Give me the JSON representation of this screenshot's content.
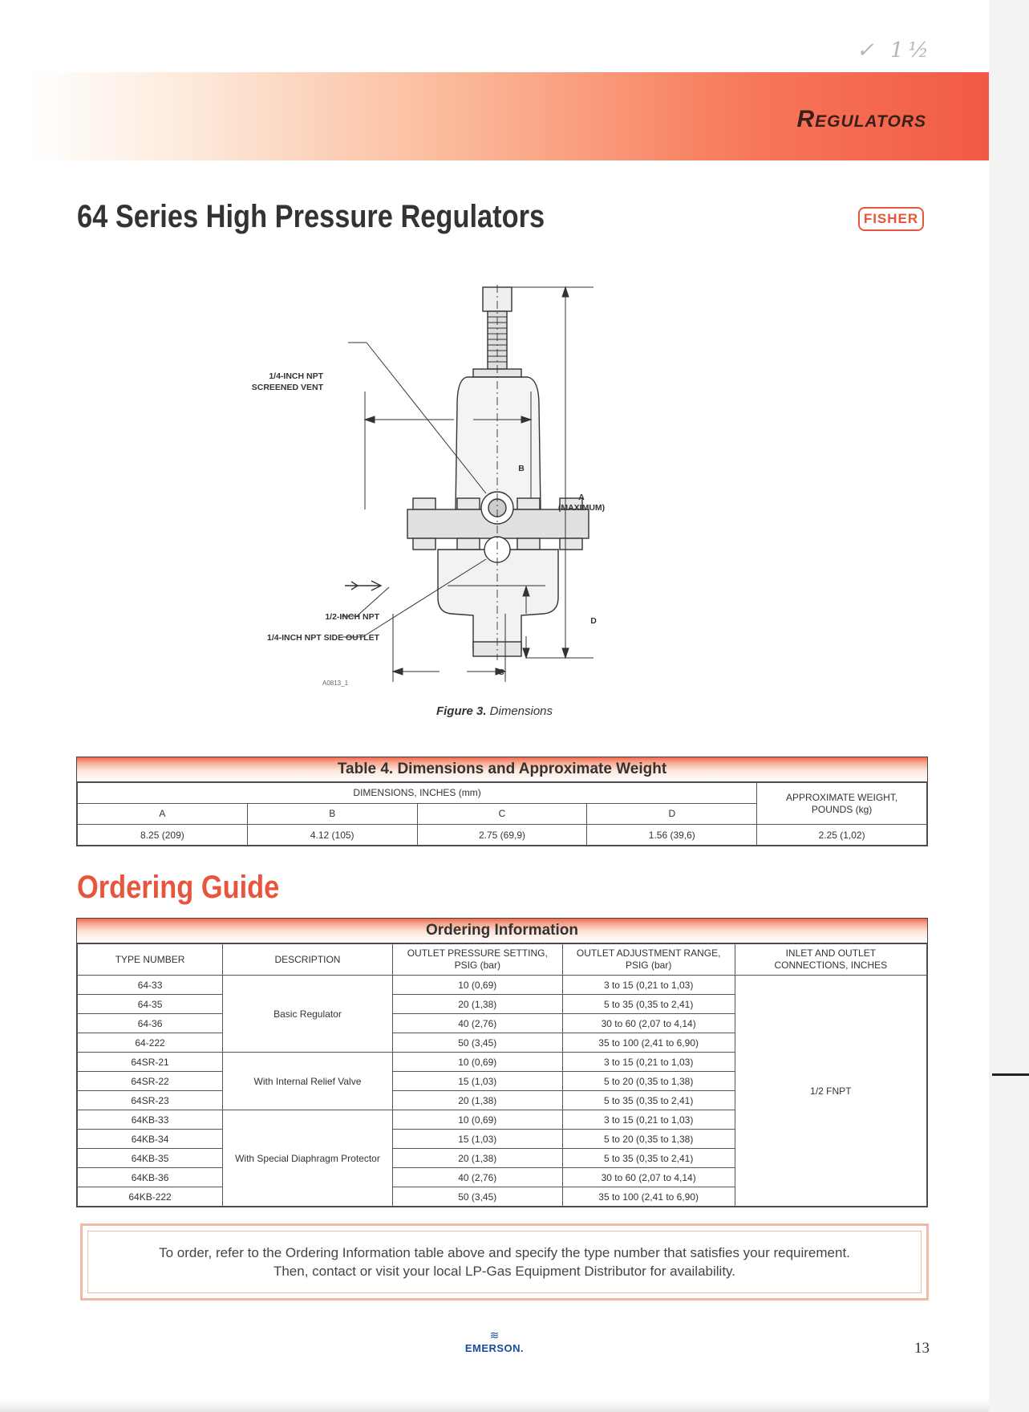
{
  "header": {
    "handwritten_mark": "✓ 1½",
    "band_title": "Regulators",
    "page_title": "64 Series High Pressure Regulators",
    "logo_text": "FISHER"
  },
  "figure": {
    "labels": {
      "vent": [
        "1/4-INCH NPT",
        "SCREENED VENT"
      ],
      "inlet": "1/2-INCH NPT",
      "side_outlet": "1/4-INCH NPT SIDE OUTLET",
      "dim_a": [
        "A",
        "(MAXIMUM)"
      ],
      "dim_b": "B",
      "dim_c": "C",
      "dim_d": "D",
      "drawing_id": "A0813_1"
    },
    "caption_prefix": "Figure 3.",
    "caption_text": "Dimensions"
  },
  "table4": {
    "title": "Table 4.  Dimensions and Approximate Weight",
    "group_header": "DIMENSIONS, INCHES (mm)",
    "columns": [
      "A",
      "B",
      "C",
      "D"
    ],
    "weight_header": "APPROXIMATE WEIGHT, POUNDS (kg)",
    "row": [
      "8.25  (209)",
      "4.12  (105)",
      "2.75  (69,9)",
      "1.56  (39,6)",
      "2.25  (1,02)"
    ]
  },
  "ordering_guide": {
    "title": "Ordering Guide",
    "table_title": "Ordering Information",
    "headers": [
      "TYPE NUMBER",
      "DESCRIPTION",
      "OUTLET PRESSURE SETTING, PSIG (bar)",
      "OUTLET ADJUSTMENT RANGE, PSIG (bar)",
      "INLET AND OUTLET CONNECTIONS, INCHES"
    ],
    "descriptions": [
      "Basic Regulator",
      "With Internal Relief Valve",
      "With Special Diaphragm Protector"
    ],
    "connections": "1/2 FNPT",
    "rows": [
      {
        "type": "64-33",
        "setting": "10  (0,69)",
        "range": "3 to 15  (0,21 to 1,03)"
      },
      {
        "type": "64-35",
        "setting": "20  (1,38)",
        "range": "5 to 35  (0,35 to 2,41)"
      },
      {
        "type": "64-36",
        "setting": "40  (2,76)",
        "range": "30 to 60  (2,07 to 4,14)"
      },
      {
        "type": "64-222",
        "setting": "50  (3,45)",
        "range": "35 to 100  (2,41 to 6,90)"
      },
      {
        "type": "64SR-21",
        "setting": "10  (0,69)",
        "range": "3 to 15  (0,21 to 1,03)"
      },
      {
        "type": "64SR-22",
        "setting": "15  (1,03)",
        "range": "5 to 20  (0,35 to 1,38)"
      },
      {
        "type": "64SR-23",
        "setting": "20  (1,38)",
        "range": "5 to 35  (0,35 to 2,41)"
      },
      {
        "type": "64KB-33",
        "setting": "10  (0,69)",
        "range": "3 to 15  (0,21 to 1,03)"
      },
      {
        "type": "64KB-34",
        "setting": "15  (1,03)",
        "range": "5 to 20  (0,35 to 1,38)"
      },
      {
        "type": "64KB-35",
        "setting": "20  (1,38)",
        "range": "5 to 35  (0,35 to 2,41)"
      },
      {
        "type": "64KB-36",
        "setting": "40  (2,76)",
        "range": "30 to 60  (2,07 to 4,14)"
      },
      {
        "type": "64KB-222",
        "setting": "50  (3,45)",
        "range": "35 to 100  (2,41 to 6,90)"
      }
    ],
    "note_line1": "To order, refer to the Ordering Information table above and specify the type number that satisfies your requirement.",
    "note_line2": "Then, contact or visit your local LP-Gas Equipment Distributor for availability."
  },
  "footer": {
    "brand": "EMERSON.",
    "page_number": "13"
  },
  "colors": {
    "accent": "#e8553d",
    "band_end": "#f15a46"
  }
}
